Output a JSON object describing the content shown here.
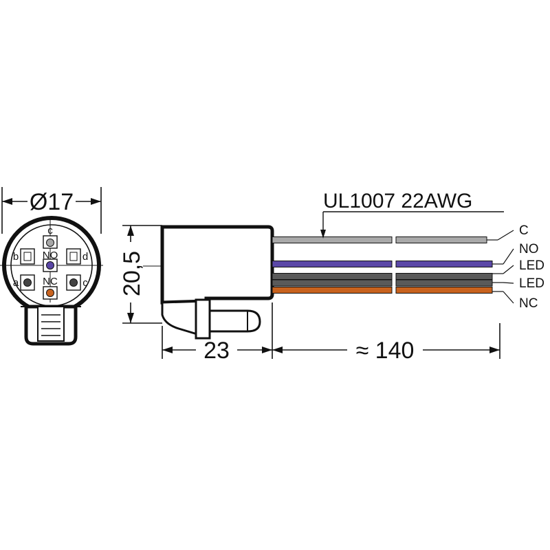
{
  "diagram": {
    "diameter_label": "Ø17",
    "height_label": "20,5",
    "length_label": "23",
    "wire_length_label": "≈ 140",
    "cable_spec_label": "UL1007 22AWG",
    "front_view": {
      "pins": [
        {
          "id": "c_top",
          "label": "c",
          "color": "#a8a8a8"
        },
        {
          "id": "no",
          "label": "NO",
          "color": "#5a46a6"
        },
        {
          "id": "nc",
          "label": "NC",
          "color": "#c8631f"
        },
        {
          "id": "a",
          "label": "a",
          "color": "#444444"
        },
        {
          "id": "c_right",
          "label": "c",
          "color": "#444444"
        },
        {
          "id": "b",
          "label": "b",
          "color": "#ffffff"
        },
        {
          "id": "d",
          "label": "d",
          "color": "#ffffff"
        }
      ]
    },
    "wires": [
      {
        "label": "C",
        "color": "#a9a9a9"
      },
      {
        "label": "NO",
        "color": "#5b48a7"
      },
      {
        "label": "LED",
        "color": "#5a5a5a"
      },
      {
        "label": "LED",
        "color": "#5a5a5a"
      },
      {
        "label": "NC",
        "color": "#c8621e"
      }
    ],
    "colors": {
      "line": "#111111",
      "body_fill": "#ffffff"
    }
  }
}
